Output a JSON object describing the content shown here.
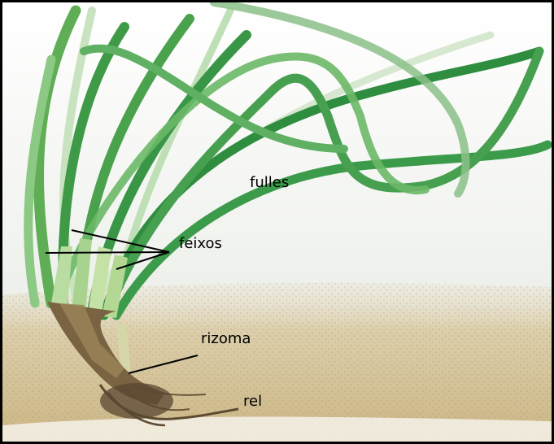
{
  "labels": {
    "leaves": "fulles",
    "bundles": "feixos",
    "rhizome": "rizoma",
    "root": "rel"
  },
  "colors": {
    "leaf_dark": "#2e8b3e",
    "leaf_mid": "#6fbf5a",
    "leaf_light": "#b7dcb0",
    "water_top": "#ffffff",
    "water_bottom": "#e6e9e4",
    "sand": "#c9b27a",
    "rhizome": "#6b5a3e"
  }
}
